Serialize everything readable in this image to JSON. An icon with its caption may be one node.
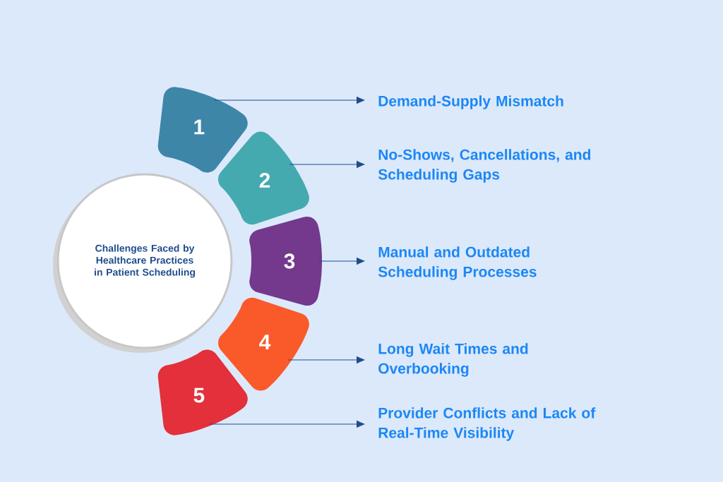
{
  "diagram": {
    "nodes": [
      {
        "text": [
          "Challenges Faced by Healthcare Practices in Patient Scheduling"
        ]
      },
      {
        "text": [
          "1"
        ]
      },
      {
        "text": [
          "2"
        ]
      },
      {
        "text": [
          "3"
        ]
      },
      {
        "text": [
          "4"
        ]
      },
      {
        "text": [
          "5"
        ]
      },
      {
        "text": [
          "Demand-Supply Mismatch"
        ]
      },
      {
        "text": [
          "No-Shows, Cancellations, and Scheduling Gaps"
        ]
      },
      {
        "text": [
          "Manual and Outdated Scheduling Processes"
        ]
      },
      {
        "text": [
          "Long Wait Times and Overbooking"
        ]
      },
      {
        "text": [
          "Provider Conflicts and Lack of Real-Time Visibility"
        ]
      }
    ],
    "edges": [
      {
        "from": 1,
        "to": 6,
        "arrow": "to"
      },
      {
        "from": 2,
        "to": 7,
        "arrow": "to"
      },
      {
        "from": 3,
        "to": 8,
        "arrow": "to"
      },
      {
        "from": 4,
        "to": 9,
        "arrow": "to"
      },
      {
        "from": 5,
        "to": 10,
        "arrow": "to"
      }
    ]
  }
}
